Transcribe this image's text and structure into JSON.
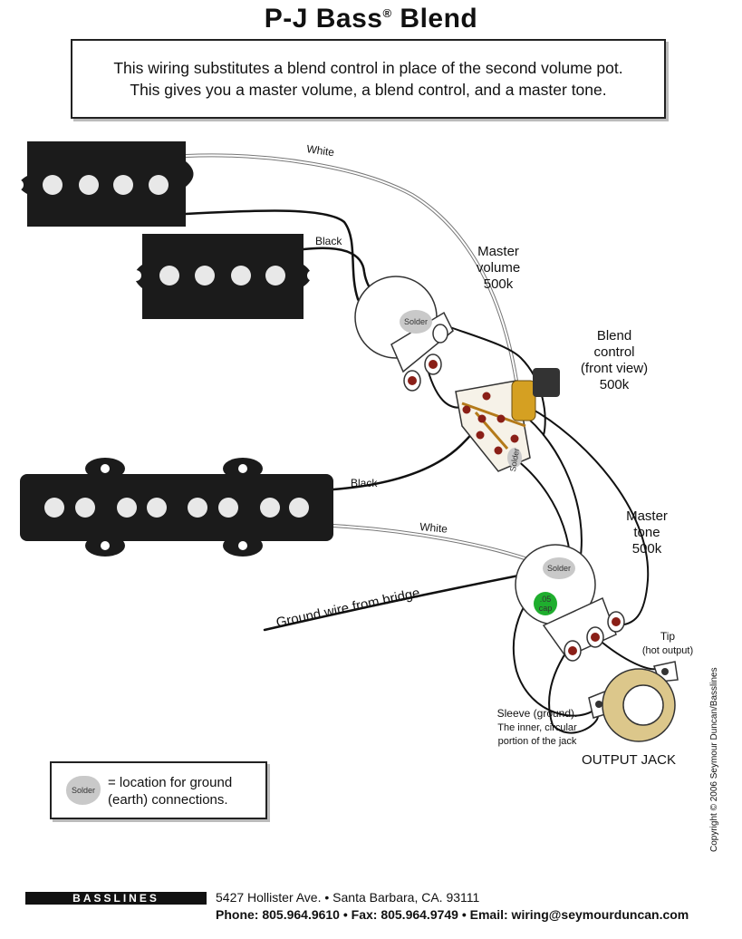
{
  "title": {
    "text": "P-J Bass",
    "registered": "®",
    "suffix": "Blend"
  },
  "intro": {
    "line1": "This wiring substitutes a blend control in place of the second volume pot.",
    "line2": "This gives you a master volume, a blend control, and a master tone."
  },
  "wires": {
    "white_top": "White",
    "black_top": "Black",
    "black_mid": "Black",
    "white_mid": "White",
    "ground": "Ground wire from bridge"
  },
  "components": {
    "master_volume": {
      "line1": "Master",
      "line2": "volume",
      "line3": "500k"
    },
    "blend": {
      "line1": "Blend",
      "line2": "control",
      "line3": "(front view)",
      "line4": "500k"
    },
    "master_tone": {
      "line1": "Master",
      "line2": "tone",
      "line3": "500k"
    },
    "solder": "Solder",
    "cap": {
      "line1": ".05",
      "line2": "cap"
    },
    "tip": {
      "line1": "Tip",
      "line2": "(hot output)"
    },
    "sleeve": {
      "line1": "Sleeve (ground).",
      "line2": "The inner, circular",
      "line3": "portion of the jack"
    },
    "output_jack": "OUTPUT JACK"
  },
  "legend": {
    "blob": "Solder",
    "line1": "= location for ground",
    "line2": "(earth) connections."
  },
  "copyright": "Copyright © 2006 Seymour Duncan/Basslines",
  "footer": {
    "logo": "BASSLINES",
    "line1": "5427 Hollister Ave. • Santa Barbara, CA. 93111",
    "line2": "Phone: 805.964.9610 • Fax: 805.964.9749 • Email: wiring@seymourduncan.com"
  }
}
